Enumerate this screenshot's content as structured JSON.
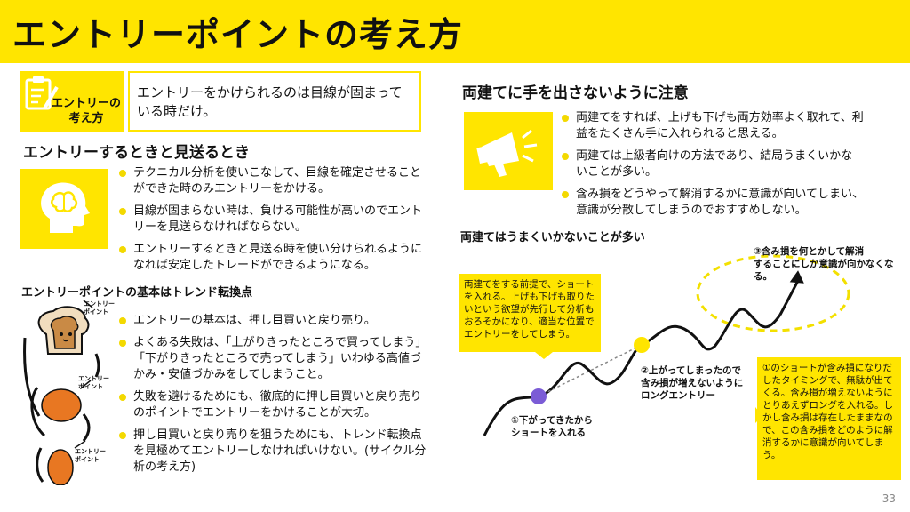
{
  "title": "エントリーポイントの考え方",
  "concept": {
    "label_line1": "エントリーの",
    "label_line2": "考え方",
    "text": "エントリーをかけられるのは目線が固まっている時だけ。"
  },
  "section_entry": {
    "title": "エントリーするときと見送るとき",
    "bullets": [
      "テクニカル分析を使いこなして、目線を確定させることができた時のみエントリーをかける。",
      "目線が固まらない時は、負ける可能性が高いのでエントリーを見送らなければならない。",
      "エントリーするときと見送る時を使い分けられるようになれば安定したトレードができるようになる。"
    ]
  },
  "section_trend": {
    "title": "エントリーポイントの基本はトレンド転換点",
    "icon_label_line1": "エントリー",
    "icon_label_line2": "ポイント",
    "bullets": [
      "エントリーの基本は、押し目買いと戻り売り。",
      "よくある失敗は、「上がりきったところで買ってしまう」「下がりきったところで売ってしまう」いわゆる高値づかみ・安値づかみをしてしまうこと。",
      "失敗を避けるためにも、徹底的に押し目買いと戻り売りのポイントでエントリーをかけることが大切。",
      "押し目買いと戻り売りを狙うためにも、トレンド転換点を見極めてエントリーしなければいけない。(サイクル分析の考え方)"
    ]
  },
  "section_hedge": {
    "title": "両建てに手を出さないように注意",
    "bullets": [
      "両建てをすれば、上げも下げも両方効率よく取れて、利益をたくさん手に入れられると思える。",
      "両建ては上級者向けの方法であり、結局うまくいかないことが多い。",
      "含み損をどうやって解消するかに意識が向いてしまい、意識が分散してしまうのでおすすめしない。"
    ]
  },
  "diagram": {
    "title": "両建てはうまくいかないことが多い",
    "callout_left": "両建てをする前提で、ショートを入れる。上げも下げも取りたいという欲望が先行して分析もおろそかになり、適当な位置でエントリーをしてしまう。",
    "callout_right": "①のショートが含み損になりだしたタイミングで、無駄が出てくる。含み損が増えないようにとりあえずロングを入れる。しかし含み損は存在したままなので、この含み損をどのように解消するかに意識が向いてしまう。",
    "note1_line1": "①下がってきたから",
    "note1_line2": "ショートを入れる",
    "note2_line1": "②上がってしまったので",
    "note2_line2": "含み損が増えないように",
    "note2_line3": "ロングエントリー",
    "note3_line1": "③含み損を何とかして解消",
    "note3_line2": "することにしか意識が向かなくなる。",
    "colors": {
      "accent": "#FFE500",
      "short_dot": "#7B5CD6",
      "long_dot": "#FFE500",
      "ellipse": "#F3E000"
    }
  },
  "page_number": "33"
}
